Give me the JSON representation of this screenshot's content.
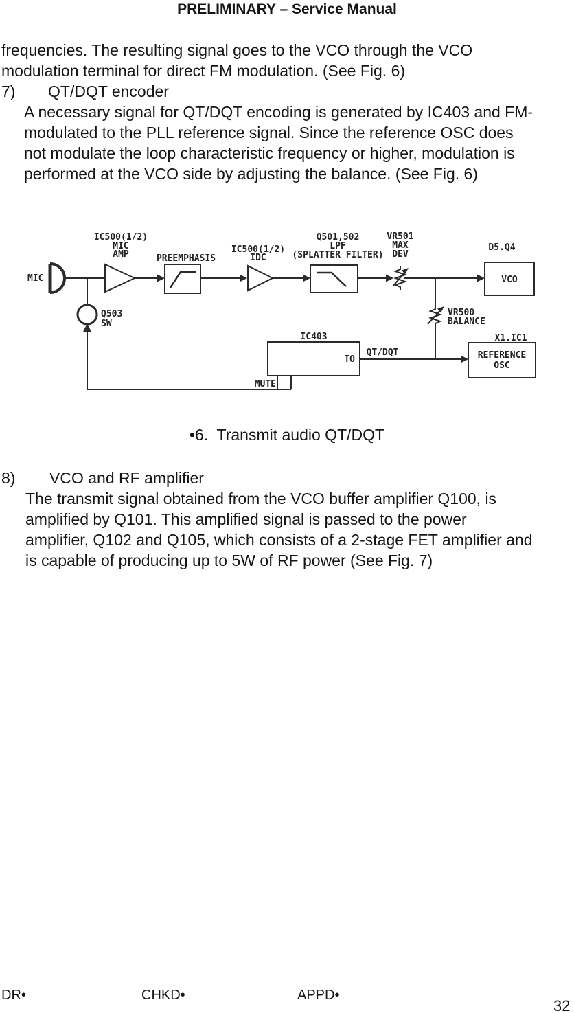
{
  "header": {
    "title": "PRELIMINARY – Service Manual"
  },
  "intro": {
    "lines": [
      "frequencies. The resulting signal goes to the VCO through the VCO",
      "modulation terminal for direct FM modulation. (See Fig. 6)"
    ]
  },
  "item7": {
    "number": "7)",
    "title": "QT/DQT encoder",
    "lines": [
      "A necessary signal for QT/DQT encoding is generated by IC403 and FM-",
      "modulated to the PLL reference signal. Since the reference OSC does",
      "not modulate the loop characteristic frequency or higher, modulation is",
      "performed at the VCO side by adjusting the balance. (See Fig. 6)"
    ]
  },
  "figure6": {
    "caption": "•6.  Transmit audio QT/DQT"
  },
  "item8": {
    "number": "8)",
    "title": "VCO and RF amplifier",
    "lines": [
      "The transmit signal obtained from the VCO buffer amplifier Q100, is",
      "amplified by Q101. This amplified signal is passed to the power",
      "amplifier, Q102 and Q105, which consists of a 2-stage FET amplifier and",
      "is capable of producing up to 5W of RF power (See Fig. 7)"
    ]
  },
  "diagram": {
    "mic": "MIC",
    "mic_amp": [
      "IC500(1/2)",
      "MIC",
      "AMP"
    ],
    "q503": [
      "Q503",
      "SW"
    ],
    "preemphasis": "PREEMPHASIS",
    "idc": [
      "IC500(1/2)",
      "IDC"
    ],
    "lpf": [
      "Q501,502",
      "LPF",
      "(SPLATTER FILTER)"
    ],
    "vr501": [
      "VR501",
      "MAX",
      "DEV"
    ],
    "vco_ref": "D5.Q4",
    "vco": "VCO",
    "vr500": [
      "VR500",
      "BALANCE"
    ],
    "refosc_ref": "X1.IC1",
    "refosc": [
      "REFERENCE",
      "OSC"
    ],
    "ic403": "IC403",
    "to": "TO",
    "qt_dqt": "QT/DQT",
    "mute": "MUTE"
  },
  "footer": {
    "dr": "DR•",
    "chkd": "CHKD•",
    "appd": "APPD•",
    "page": "32"
  },
  "colors": {
    "ink": "#161616",
    "paper": "#ffffff"
  }
}
